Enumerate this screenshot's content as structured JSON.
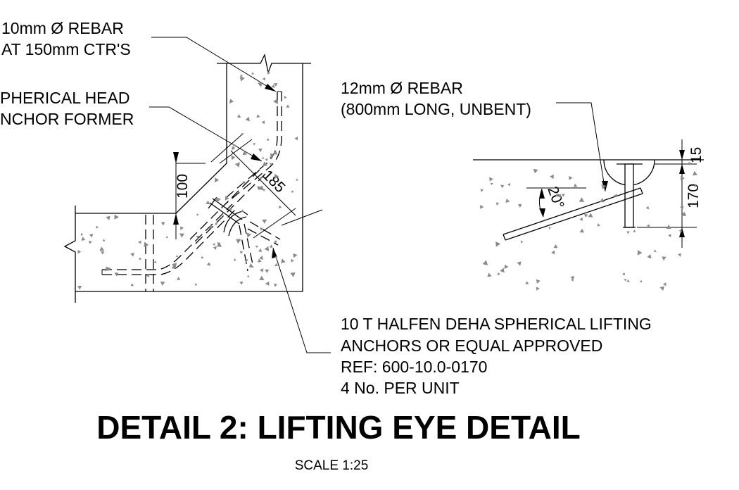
{
  "left_detail": {
    "note_rebar_10": [
      "10mm Ø REBAR",
      "AT 150mm CTR'S"
    ],
    "note_former": [
      "PHERICAL HEAD",
      "NCHOR FORMER"
    ],
    "dim_100": "100",
    "dim_185": "185"
  },
  "right_detail": {
    "note_rebar_12": [
      "12mm Ø REBAR",
      "(800mm LONG, UNBENT)"
    ],
    "dim_15": "15",
    "dim_170": "170",
    "angle": "20°"
  },
  "anchor_note": [
    "10 T HALFEN DEHA SPHERICAL LIFTING",
    "ANCHORS OR EQUAL APPROVED",
    "REF: 600-10.0-0170",
    "4 No. PER UNIT"
  ],
  "title": "DETAIL 2: LIFTING EYE DETAIL",
  "scale": "SCALE 1:25"
}
